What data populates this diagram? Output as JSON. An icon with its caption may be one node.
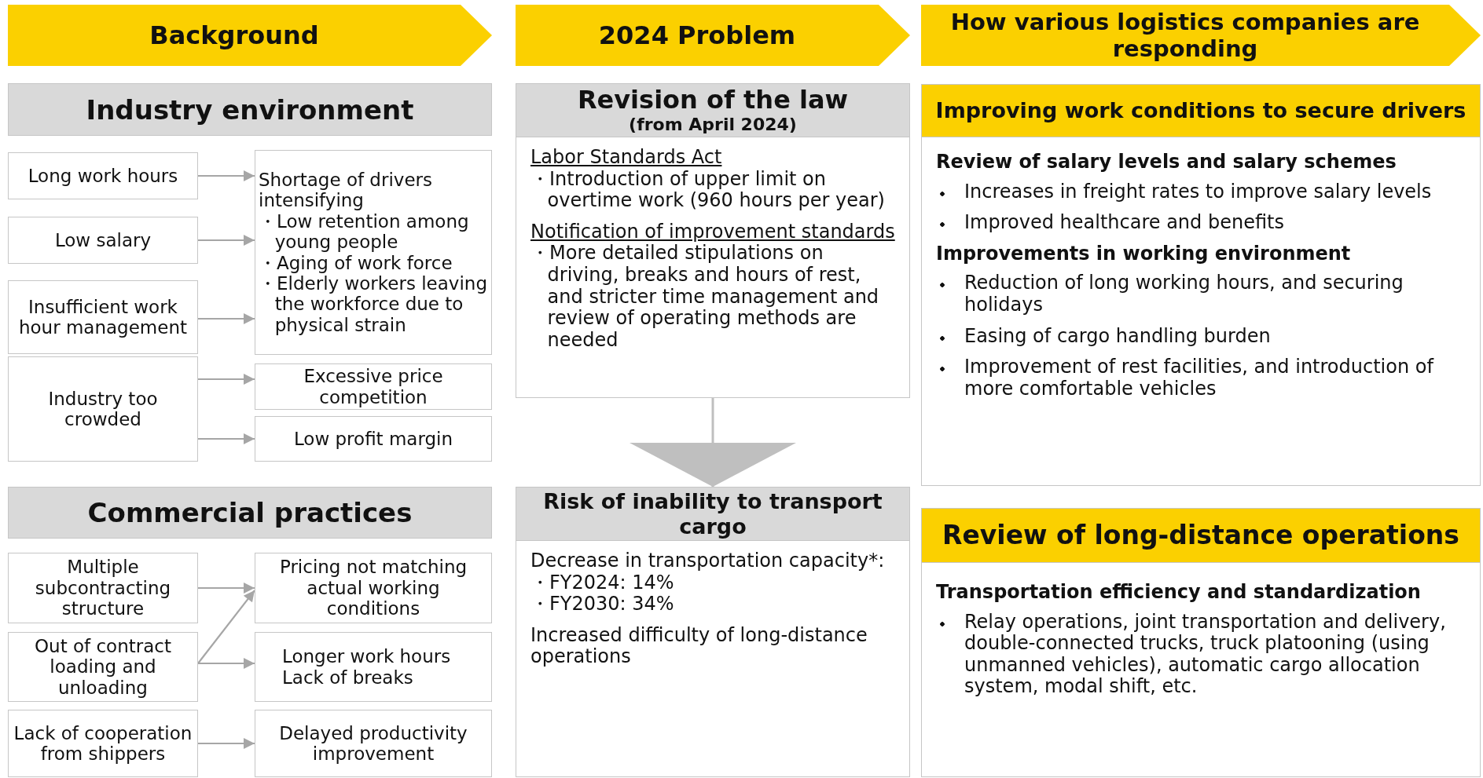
{
  "diagram": {
    "nodes": [
      {
        "text": [
          "Background"
        ]
      },
      {
        "text": [
          "2024 Problem"
        ]
      },
      {
        "text": [
          "How various logistics companies are responding"
        ]
      },
      {
        "text": [
          "Industry environment"
        ]
      },
      {
        "text": [
          "Long work hours"
        ]
      },
      {
        "text": [
          "Shortage of drivers intensifying",
          "・Low retention among young people",
          "・Aging of work force",
          "・Elderly workers leaving the workforce due to physical strain"
        ]
      },
      {
        "text": [
          "Low salary"
        ]
      },
      {
        "text": [
          "Insufficient work hour management"
        ]
      },
      {
        "text": [
          "Industry too crowded"
        ]
      },
      {
        "text": [
          "Excessive price competition"
        ]
      },
      {
        "text": [
          "Low profit margin"
        ]
      },
      {
        "text": [
          "Commercial practices"
        ]
      },
      {
        "text": [
          "Multiple subcontracting structure"
        ]
      },
      {
        "text": [
          "Pricing not matching actual working conditions"
        ]
      },
      {
        "text": [
          "Out of contract loading and unloading"
        ]
      },
      {
        "text": [
          "Longer work hours",
          "Lack of breaks"
        ]
      },
      {
        "text": [
          "Lack of cooperation from shippers"
        ]
      },
      {
        "text": [
          "Delayed productivity improvement"
        ]
      },
      {
        "text": [
          "Revision of the law",
          "(from April 2024)",
          "Labor Standards Act",
          "・Introduction of upper limit on overtime work (960 hours per year)",
          "Notification of improvement standards",
          "・More detailed stipulations on driving, breaks and hours of rest, and stricter time management and review of operating methods are needed"
        ]
      },
      {
        "text": [
          "Risk of inability to transport cargo",
          "Decrease in transportation capacity*:",
          "・FY2024: 14%",
          "・FY2030: 34%",
          "Increased difficulty of long-distance operations"
        ]
      },
      {
        "text": [
          "Improving work conditions to secure drivers",
          "Review of salary levels and salary schemes",
          "Increases in freight rates to improve salary levels",
          "Improved healthcare and benefits",
          "Improvements in working environment",
          "Reduction of long working hours, and securing holidays",
          "Easing of cargo handling burden",
          "Improvement of rest facilities, and introduction of more comfortable vehicles"
        ]
      },
      {
        "text": [
          "Review of long-distance operations",
          "Transportation efficiency and standardization",
          "Relay operations, joint transportation and delivery, double-connected trucks, truck platooning (using unmanned vehicles), automatic cargo allocation system, modal shift, etc."
        ]
      }
    ],
    "edges": [
      {
        "from": 4,
        "to": 5,
        "arrow": "to"
      },
      {
        "from": 6,
        "to": 5,
        "arrow": "to"
      },
      {
        "from": 7,
        "to": 5,
        "arrow": "to"
      },
      {
        "from": 8,
        "to": 9,
        "arrow": "to"
      },
      {
        "from": 8,
        "to": 10,
        "arrow": "to"
      },
      {
        "from": 12,
        "to": 13,
        "arrow": "to"
      },
      {
        "from": 14,
        "to": 13,
        "arrow": "to"
      },
      {
        "from": 14,
        "to": 15,
        "arrow": "to"
      },
      {
        "from": 16,
        "to": 17,
        "arrow": "to"
      },
      {
        "from": 18,
        "to": 19,
        "arrow": "to"
      }
    ]
  }
}
